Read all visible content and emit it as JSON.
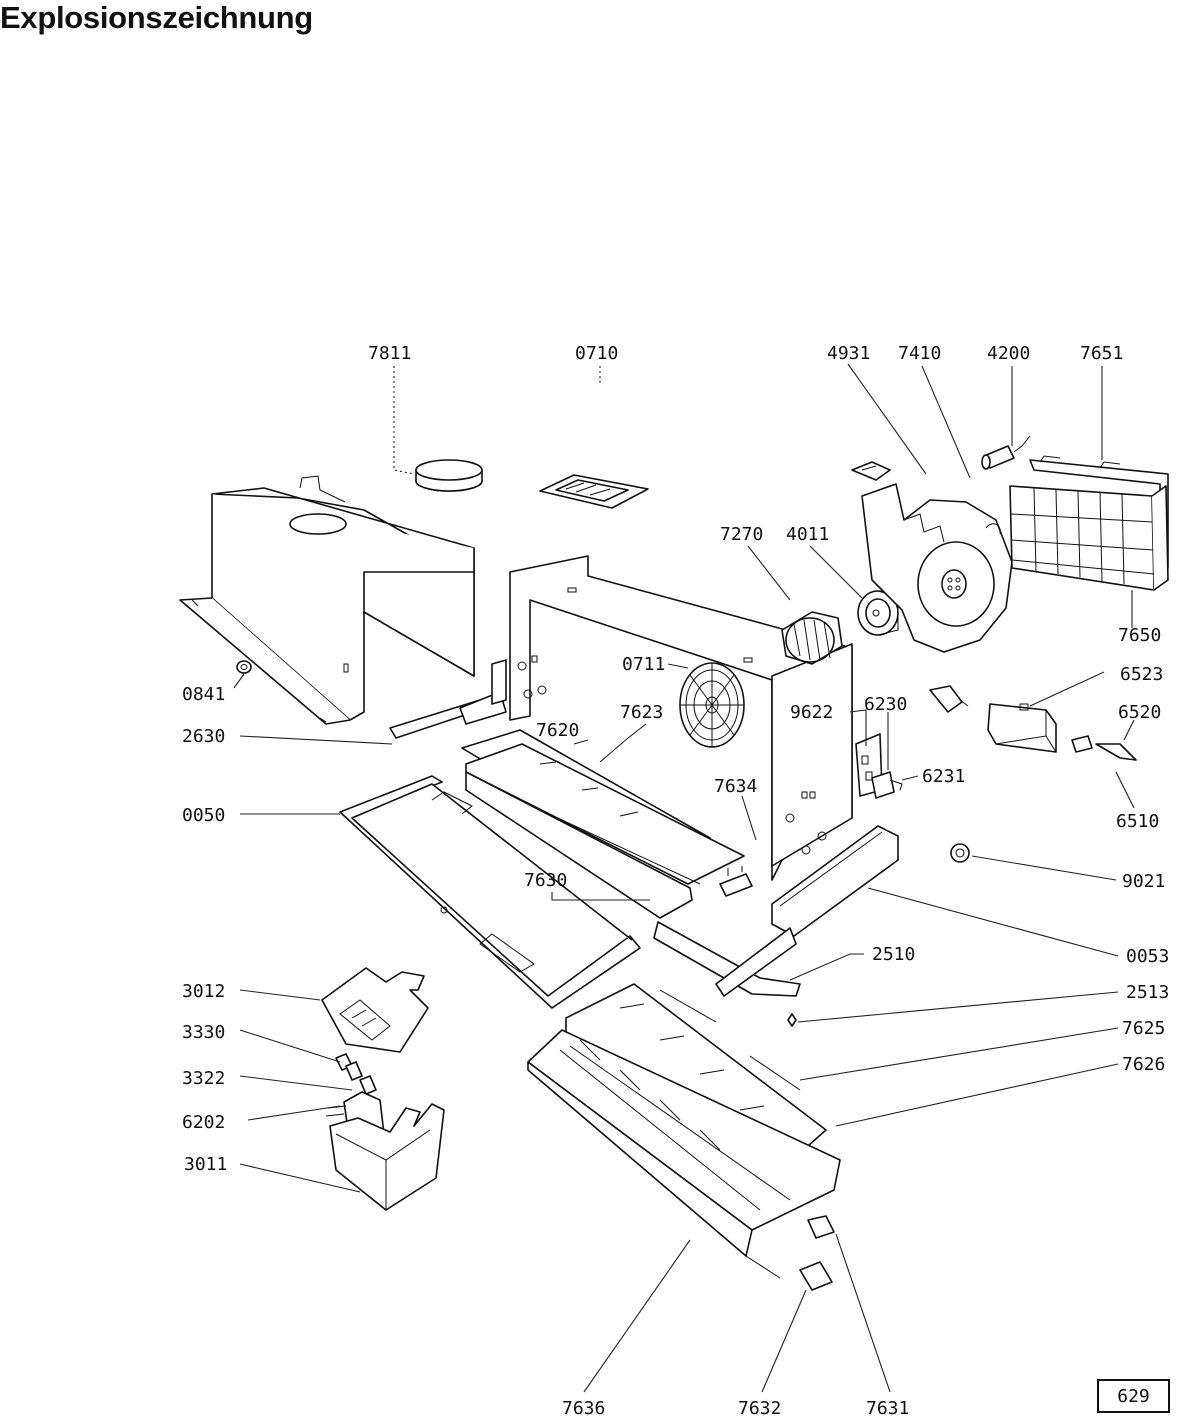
{
  "title": "Explosionszeichnung",
  "page_number": "629",
  "part_labels": {
    "p7811": "7811",
    "p0710": "0710",
    "p4931": "4931",
    "p7410": "7410",
    "p4200": "4200",
    "p7651": "7651",
    "p7270": "7270",
    "p4011": "4011",
    "p7650": "7650",
    "p6523": "6523",
    "p0711": "0711",
    "p0841": "0841",
    "p7623": "7623",
    "p9622": "9622",
    "p6230": "6230",
    "p6520": "6520",
    "p2630": "2630",
    "p7620": "7620",
    "p6231": "6231",
    "p7634": "7634",
    "p0050": "0050",
    "p6510": "6510",
    "p9021": "9021",
    "p7630": "7630",
    "p0053": "0053",
    "p2510": "2510",
    "p3012": "3012",
    "p2513": "2513",
    "p7625": "7625",
    "p3330": "3330",
    "p7626": "7626",
    "p3322": "3322",
    "p6202": "6202",
    "p3011": "3011",
    "p7636": "7636",
    "p7632": "7632",
    "p7631": "7631"
  }
}
